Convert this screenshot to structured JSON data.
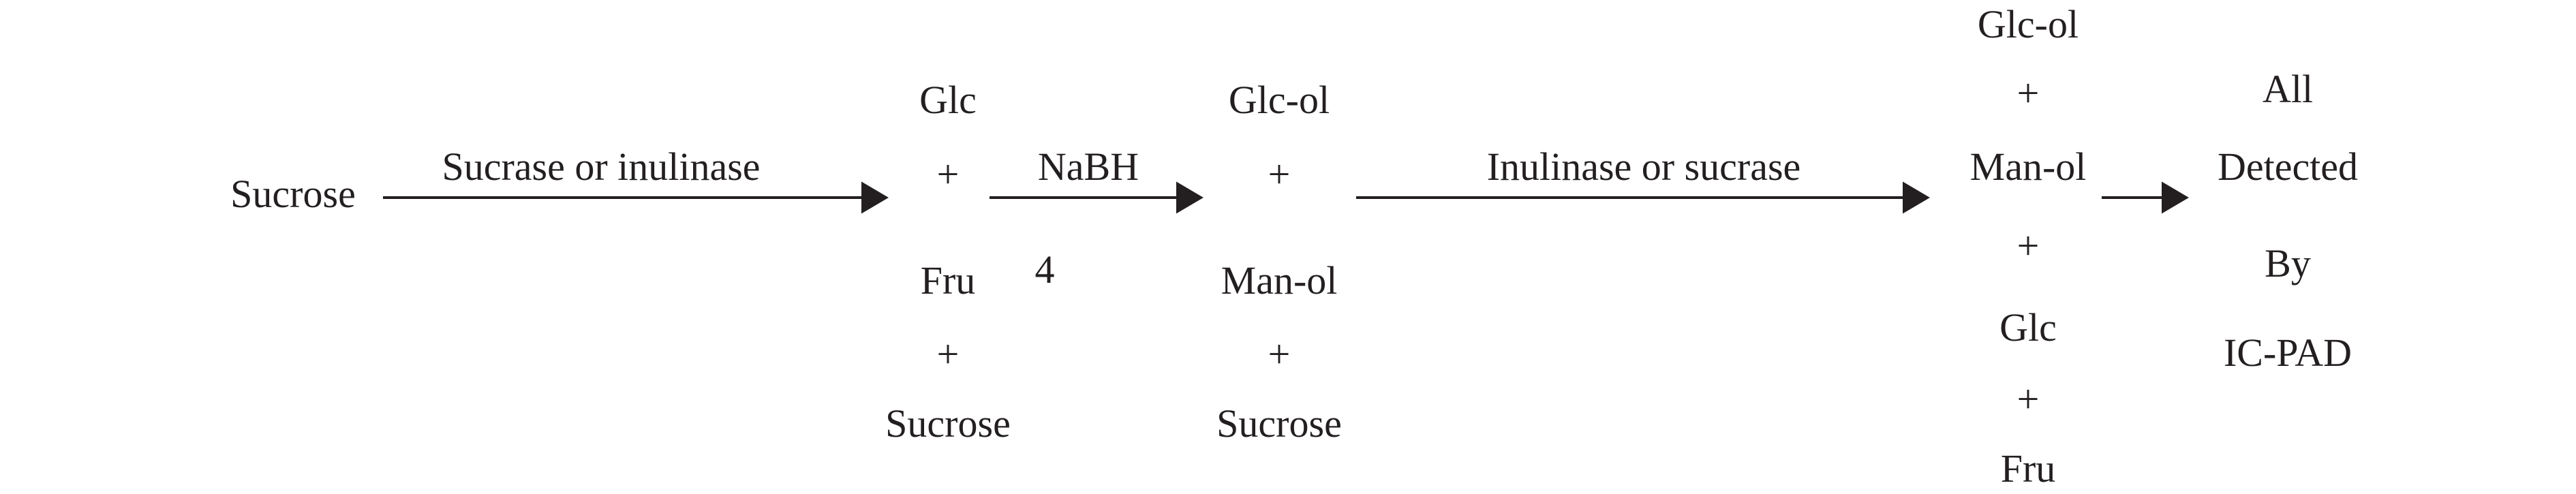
{
  "start": "Sucrose",
  "step1": {
    "label": "Sucrase or inulinase",
    "products": [
      "Glc",
      "+",
      "Fru",
      "+",
      "Sucrose"
    ]
  },
  "step2": {
    "label": "NaBH",
    "label_subscript": "4",
    "products": [
      "Glc-ol",
      "+",
      "Man-ol",
      "+",
      "Sucrose"
    ]
  },
  "step3": {
    "label": "Inulinase or sucrase",
    "products": [
      "Glc-ol",
      "+",
      "Man-ol",
      "+",
      "Glc",
      "+",
      "Fru"
    ]
  },
  "final": [
    "All",
    "Detected",
    "By",
    "IC-PAD"
  ],
  "colors": {
    "ink": "#231f20",
    "background": "#ffffff"
  }
}
